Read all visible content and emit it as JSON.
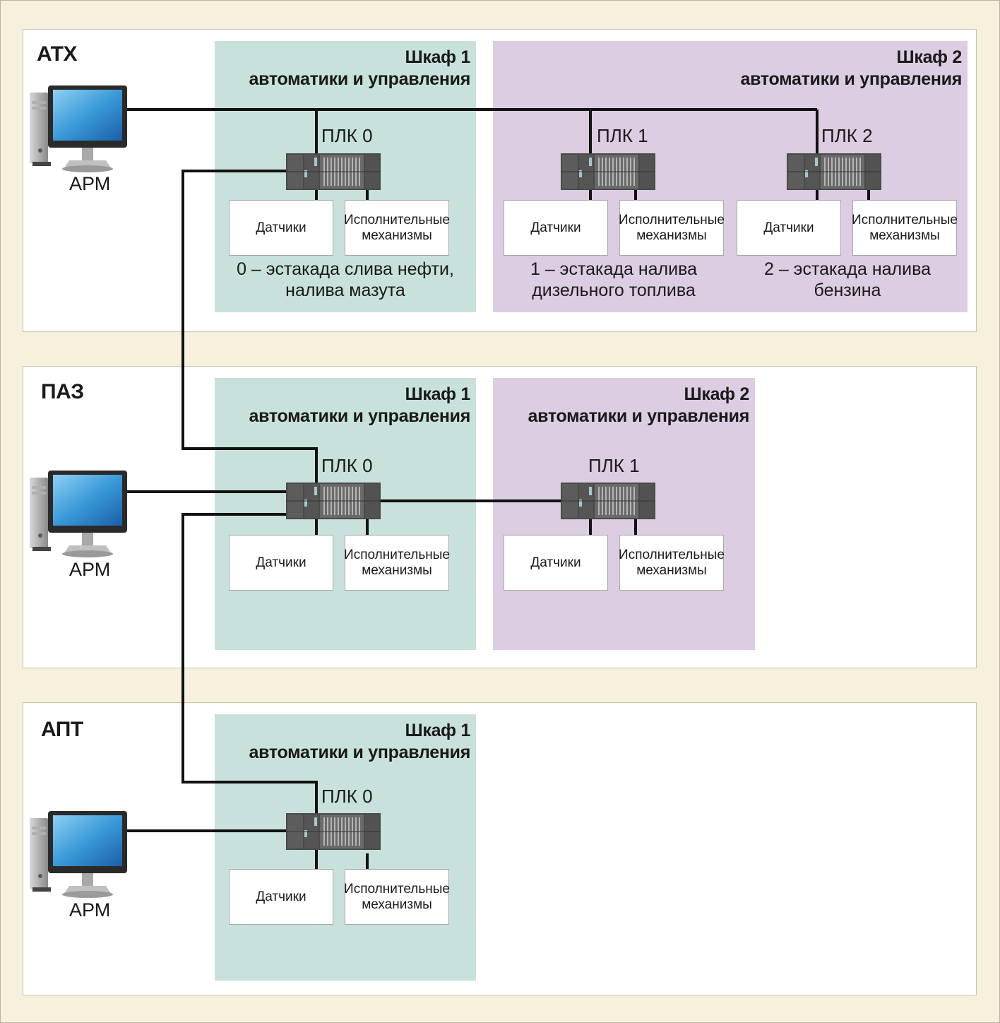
{
  "colors": {
    "frame_bg": "#f6f1dc",
    "section_bg": "#ffffff",
    "cabinet1": "#c8e1dc",
    "cabinet2": "#dccde2",
    "line": "#111111"
  },
  "atx": {
    "label": "АТХ",
    "arm": "АРМ",
    "cab1": {
      "title1": "Шкаф 1",
      "title2": "автоматики и управления"
    },
    "cab2": {
      "title1": "Шкаф 2",
      "title2": "автоматики и управления"
    },
    "plc0": {
      "label": "ПЛК 0",
      "sensors": "Датчики",
      "act1": "Исполнительные",
      "act2": "механизмы",
      "caption1": "0 – эстакада слива нефти,",
      "caption2": "налива мазута"
    },
    "plc1": {
      "label": "ПЛК 1",
      "sensors": "Датчики",
      "act1": "Исполнительные",
      "act2": "механизмы",
      "caption1": "1 – эстакада налива",
      "caption2": "дизельного топлива"
    },
    "plc2": {
      "label": "ПЛК 2",
      "sensors": "Датчики",
      "act1": "Исполнительные",
      "act2": "механизмы",
      "caption1": "2 – эстакада налива",
      "caption2": "бензина"
    }
  },
  "paz": {
    "label": "ПАЗ",
    "arm": "АРМ",
    "cab1": {
      "title1": "Шкаф 1",
      "title2": "автоматики и управления"
    },
    "cab2": {
      "title1": "Шкаф 2",
      "title2": "автоматики и управления"
    },
    "plc0": {
      "label": "ПЛК 0",
      "sensors": "Датчики",
      "act1": "Исполнительные",
      "act2": "механизмы"
    },
    "plc1": {
      "label": "ПЛК 1",
      "sensors": "Датчики",
      "act1": "Исполнительные",
      "act2": "механизмы"
    }
  },
  "apt": {
    "label": "АПТ",
    "arm": "АРМ",
    "cab1": {
      "title1": "Шкаф 1",
      "title2": "автоматики и управления"
    },
    "plc0": {
      "label": "ПЛК 0",
      "sensors": "Датчики",
      "act1": "Исполнительные",
      "act2": "механизмы"
    }
  }
}
